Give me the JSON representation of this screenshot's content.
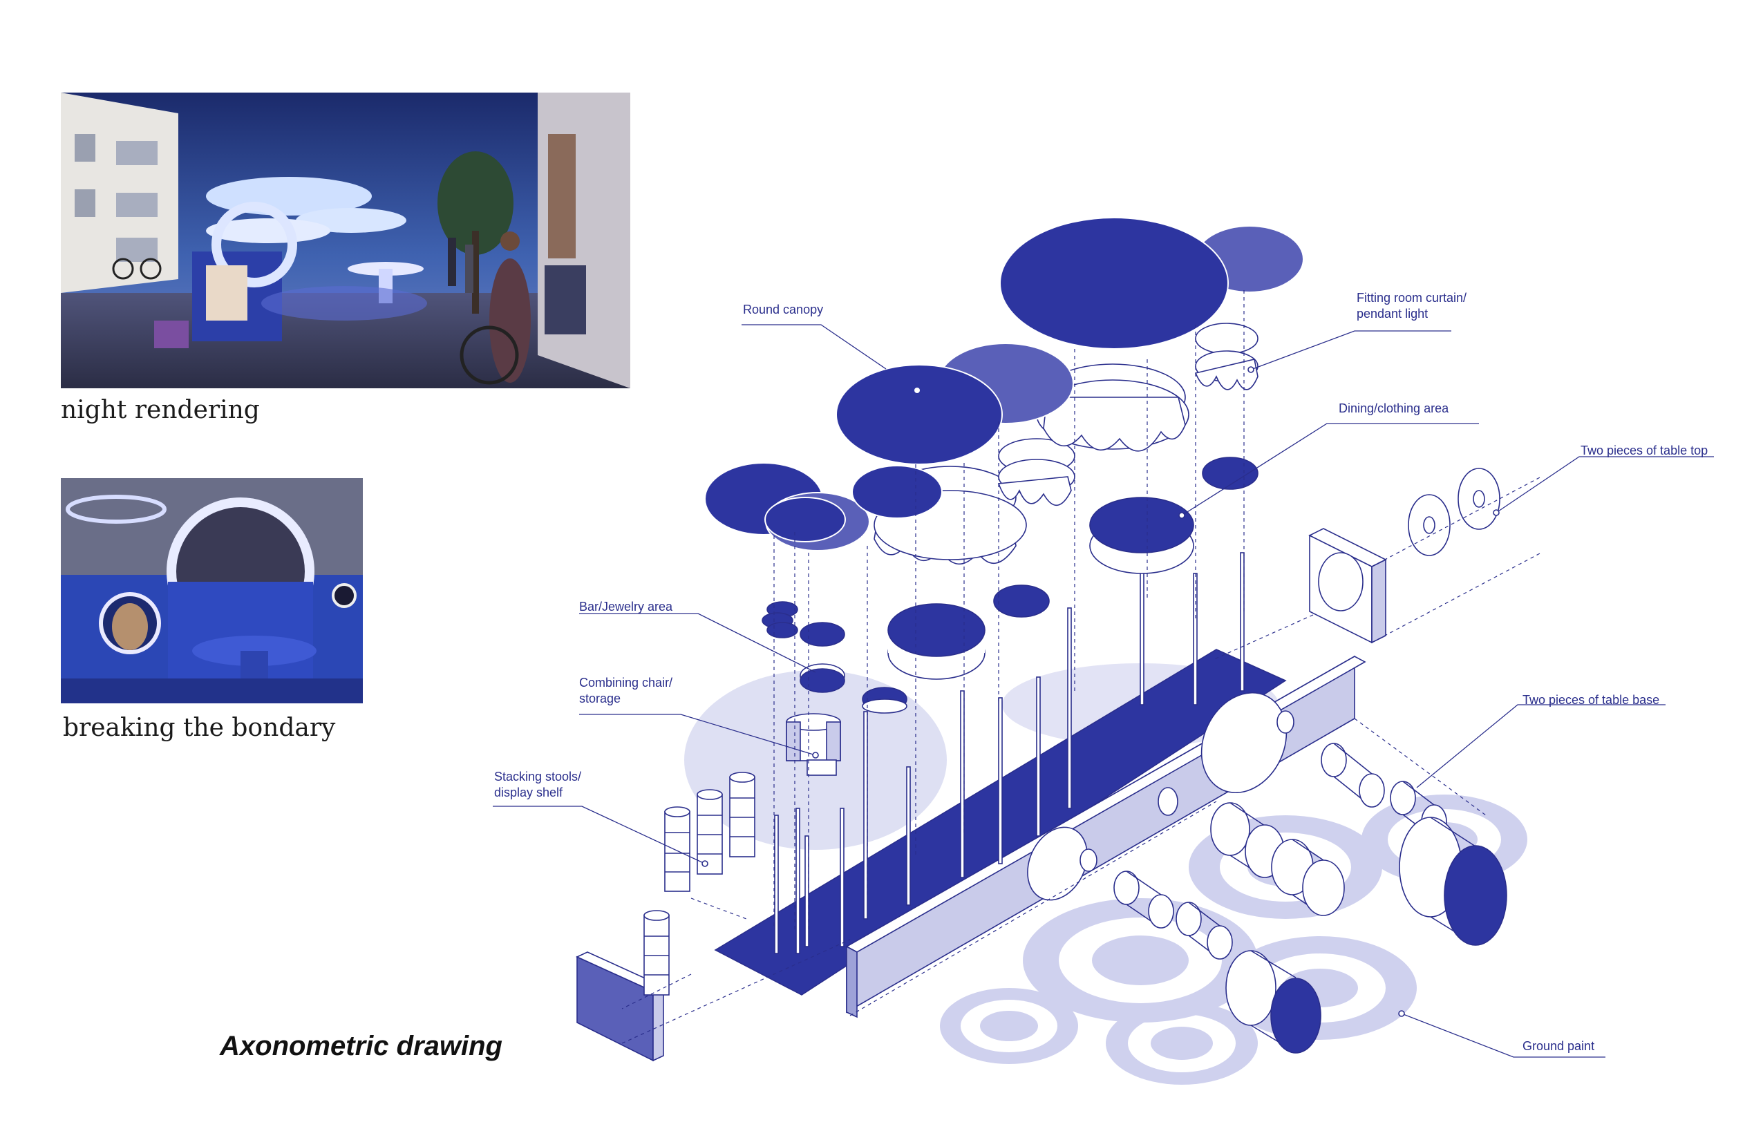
{
  "images": {
    "night": {
      "caption": "night rendering"
    },
    "boundary": {
      "caption": "breaking the bondary"
    }
  },
  "drawing_title": "Axonometric drawing",
  "labels": {
    "round_canopy": "Round canopy",
    "fitting_room": "Fitting room curtain/\npendant light",
    "dining": "Dining/clothing area",
    "table_top": "Two pieces of table top",
    "bar": "Bar/Jewelry area",
    "combining_chair": "Combining chair/\nstorage",
    "stacking_stools": "Stacking stools/\ndisplay shelf",
    "table_base": "Two pieces of table base",
    "ground_paint": "Ground paint"
  },
  "colors": {
    "primary_blue": "#2d35a0",
    "light_blue": "#c9cbea",
    "mid_blue": "#5a60b8",
    "line_blue": "#2a2e8c"
  }
}
